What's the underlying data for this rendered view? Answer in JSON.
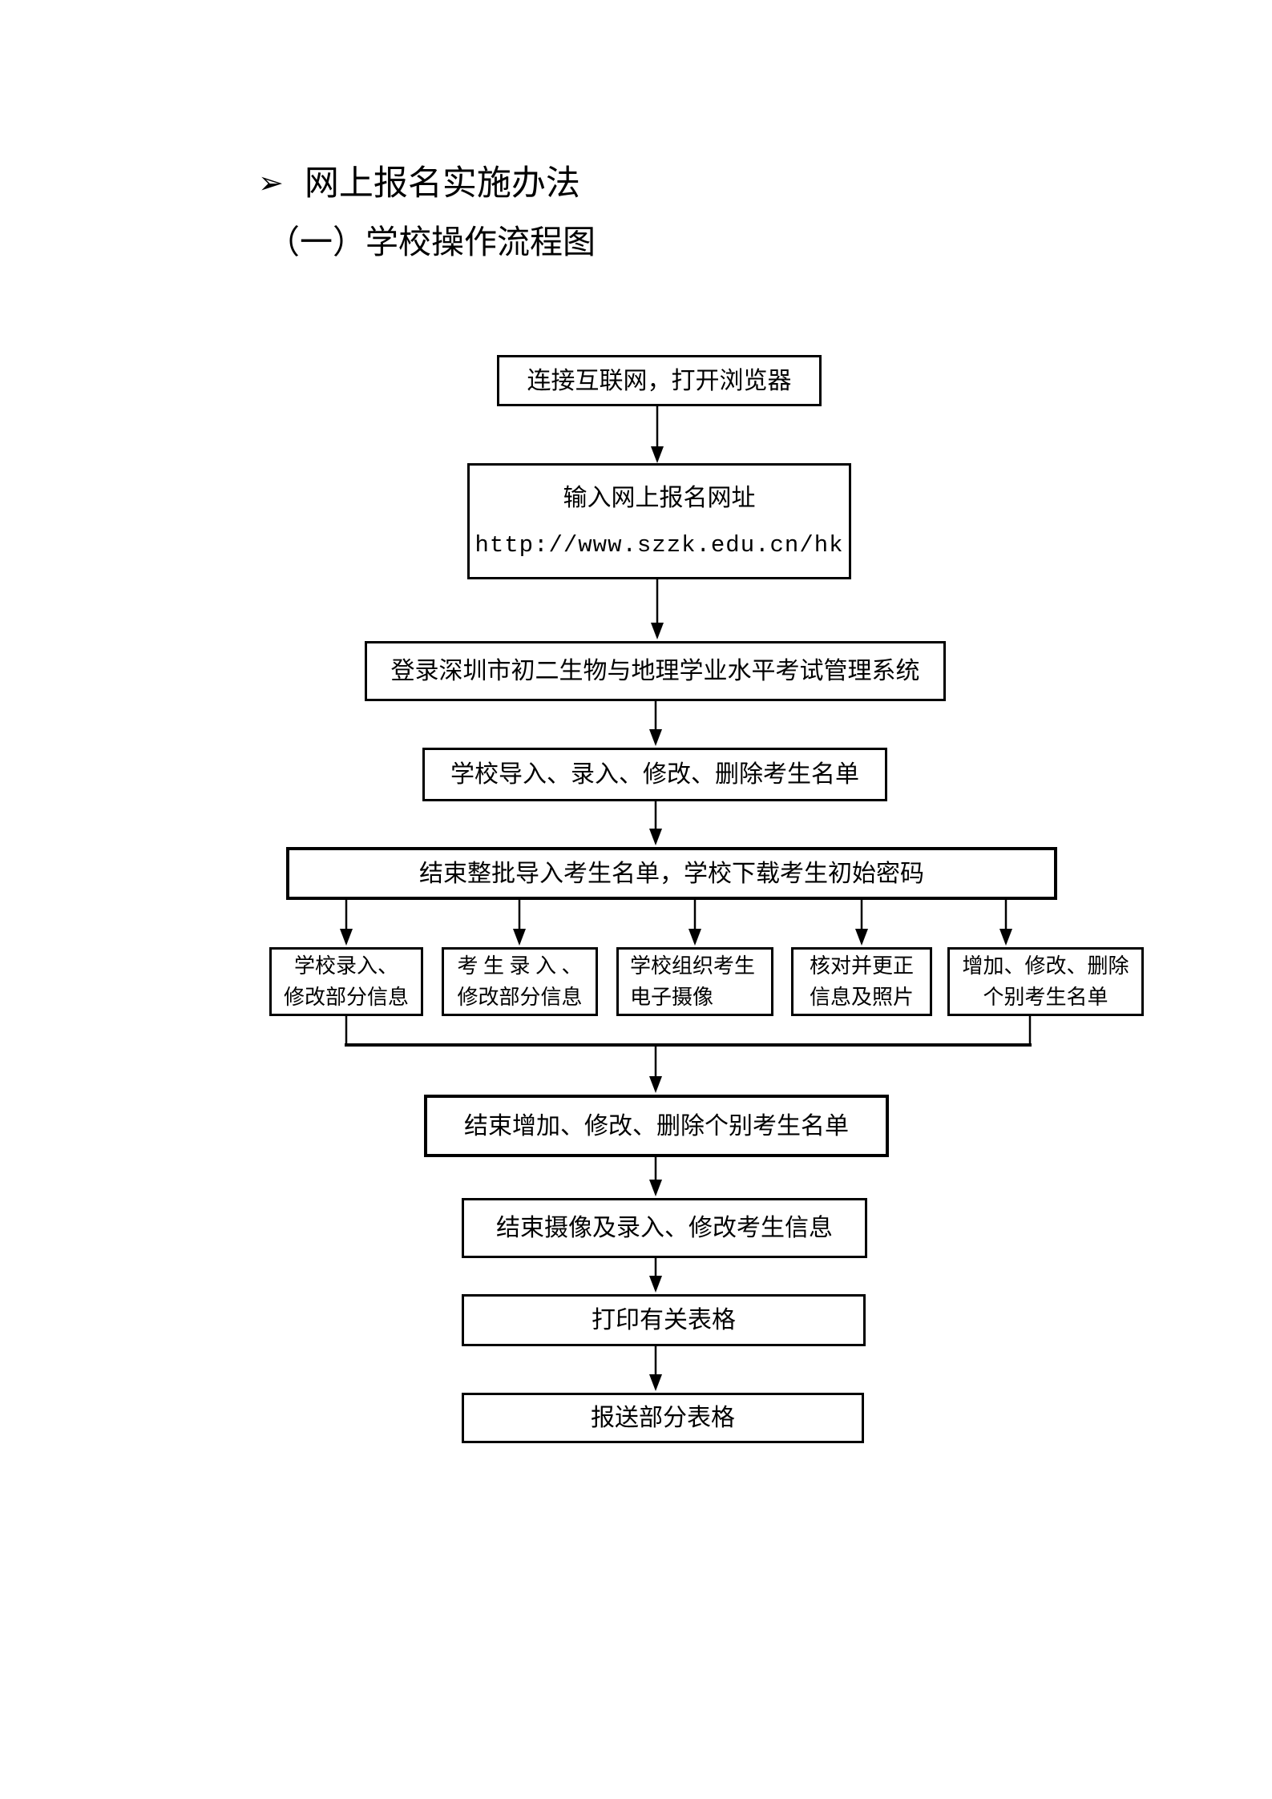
{
  "document": {
    "list_bullet": "➢",
    "heading": "网上报名实施办法",
    "subheading": "（一）学校操作流程图"
  },
  "flowchart": {
    "connect": {
      "label": "连接互联网，打开浏览器"
    },
    "enter_url": {
      "line1": "输入网上报名网址",
      "line2": "http://www.szzk.edu.cn/hk"
    },
    "login": {
      "label": "登录深圳市初二生物与地理学业水平考试管理系统"
    },
    "school_import": {
      "label": "学校导入、录入、修改、删除考生名单"
    },
    "finish_batch_import": {
      "label": "结束整批导入考生名单，学校下载考生初始密码"
    },
    "school_entry": {
      "line1": "学校录入、",
      "line2": "修改部分信息"
    },
    "student_entry": {
      "line1": "考 生 录 入 、",
      "line2": "修改部分信息"
    },
    "school_photo": {
      "line1": "学校组织考生",
      "line2": "电子摄像"
    },
    "verify_update": {
      "line1": "核对并更正",
      "line2": "信息及照片"
    },
    "modify_individual": {
      "line1": "增加、修改、删除",
      "line2": "个别考生名单"
    },
    "finish_individual": {
      "label": "结束增加、修改、删除个别考生名单"
    },
    "finish_photo_entry": {
      "label": "结束摄像及录入、修改考生信息"
    },
    "print_forms": {
      "label": "打印有关表格"
    },
    "submit_forms": {
      "label": "报送部分表格"
    }
  },
  "colors": {
    "ink": "#000000",
    "background": "#ffffff"
  }
}
